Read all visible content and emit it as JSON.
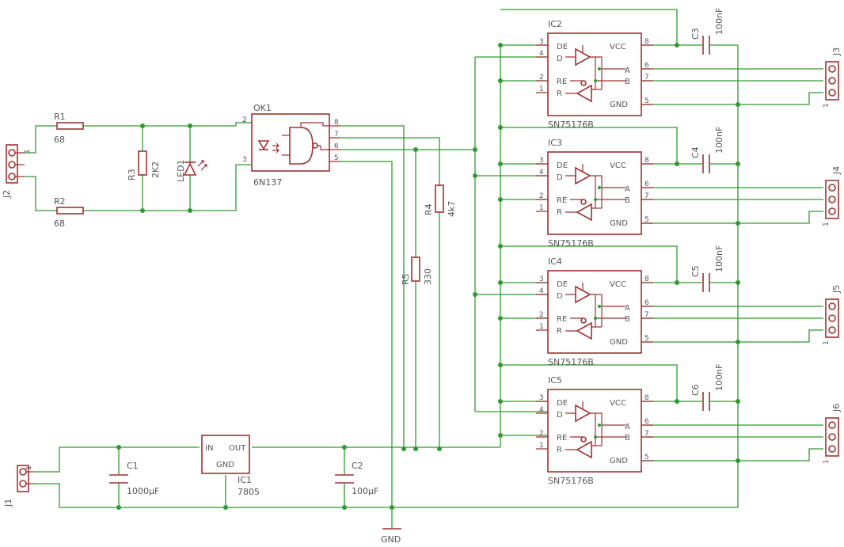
{
  "connectors": {
    "j1": {
      "name": "J1",
      "pins": [
        "1",
        ""
      ]
    },
    "j2": {
      "name": "J2",
      "pins": [
        "1",
        "",
        ""
      ]
    },
    "j3": {
      "name": "J3",
      "pins": [
        "",
        "",
        "1"
      ]
    },
    "j4": {
      "name": "J4",
      "pins": [
        "",
        "",
        "1"
      ]
    },
    "j5": {
      "name": "J5",
      "pins": [
        "",
        "",
        "1"
      ]
    },
    "j6": {
      "name": "J6",
      "pins": [
        "",
        "",
        "1"
      ]
    }
  },
  "resistors": {
    "r1": {
      "name": "R1",
      "value": "68"
    },
    "r2": {
      "name": "R2",
      "value": "68"
    },
    "r3": {
      "name": "R3",
      "value": "2K2"
    },
    "r4": {
      "name": "R4",
      "value": "4k7"
    },
    "r5": {
      "name": "R5",
      "value": "330"
    }
  },
  "led": {
    "name": "LED1"
  },
  "optocoupler": {
    "name": "OK1",
    "part": "6N137",
    "pins": [
      "2",
      "3",
      "8",
      "7",
      "6",
      "5"
    ]
  },
  "regulator": {
    "name": "IC1",
    "part": "7805",
    "in": "IN",
    "out": "OUT",
    "gnd": "GND"
  },
  "capacitors": {
    "c1": {
      "name": "C1",
      "value": "1000µF"
    },
    "c2": {
      "name": "C2",
      "value": "100µF"
    },
    "c3": {
      "name": "C3",
      "value": "100nF"
    },
    "c4": {
      "name": "C4",
      "value": "100nF"
    },
    "c5": {
      "name": "C5",
      "value": "100nF"
    },
    "c6": {
      "name": "C6",
      "value": "100nF"
    }
  },
  "transceivers": [
    {
      "name": "IC2",
      "part": "SN75176B"
    },
    {
      "name": "IC3",
      "part": "SN75176B"
    },
    {
      "name": "IC4",
      "part": "SN75176B"
    },
    {
      "name": "IC5",
      "part": "SN75176B"
    }
  ],
  "transceiver_pins": {
    "de": "DE",
    "d": "D",
    "re": "RE",
    "r": "R",
    "vcc": "VCC",
    "a": "A",
    "b": "B",
    "gnd": "GND",
    "n3": "3",
    "n4": "4",
    "n2": "2",
    "n1": "1",
    "n8": "8",
    "n6": "6",
    "n7": "7",
    "n5": "5"
  },
  "ground": {
    "label": "GND"
  },
  "colors": {
    "wire": "#2f9a2f",
    "component": "#a03232",
    "label": "#555555"
  }
}
